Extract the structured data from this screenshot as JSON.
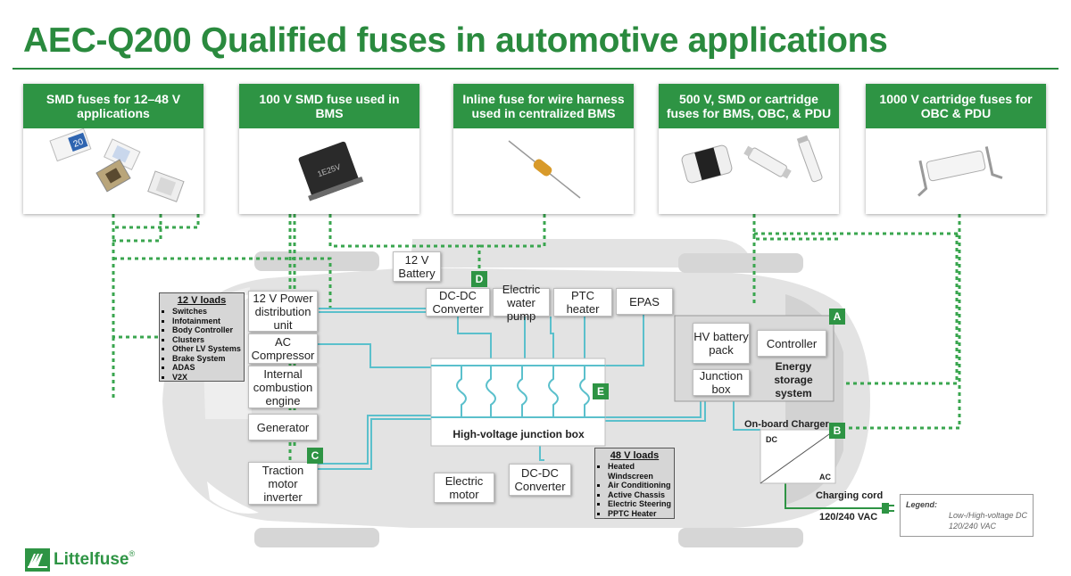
{
  "title": "AEC-Q200 Qualified fuses in automotive applications",
  "cards": [
    {
      "label": "SMD fuses for 12–48 V applications"
    },
    {
      "label": "100 V SMD fuse used in BMS"
    },
    {
      "label": "Inline fuse for wire harness used in centralized BMS"
    },
    {
      "label": "500 V, SMD or cartridge fuses for BMS, OBC, & PDU"
    },
    {
      "label": "1000 V cartridge fuses for OBC & PDU"
    }
  ],
  "product_marks": {
    "smd_top": "20",
    "smd_body": "1E25V"
  },
  "components": {
    "battery12": "12 V Battery",
    "dcdc_top": "DC-DC Converter",
    "water_pump": "Electric water pump",
    "ptc": "PTC heater",
    "epas": "EPAS",
    "pdu12": "12 V Power distribution unit",
    "ac_comp": "AC Compressor",
    "ice": "Internal combustion engine",
    "generator": "Generator",
    "traction": "Traction motor inverter",
    "motor": "Electric motor",
    "dcdc_bottom": "DC-DC Converter",
    "hv_pack": "HV battery pack",
    "controller": "Controller",
    "junction_box": "Junction box",
    "energy_storage": "Energy storage system",
    "hv_junction": "High-voltage junction box",
    "obc": "On-board Charger",
    "dc": "DC",
    "ac": "AC",
    "charging_cord": "Charging cord",
    "vac": "120/240 VAC"
  },
  "badges": {
    "a": "A",
    "b": "B",
    "c": "C",
    "d": "D",
    "e": "E"
  },
  "loads12": {
    "title": "12 V loads",
    "items": [
      "Switches",
      "Infotainment",
      "Body Controller",
      "Clusters",
      "Other LV Systems",
      "Brake System",
      "ADAS",
      "V2X"
    ]
  },
  "loads48": {
    "title": "48 V loads",
    "items": [
      "Heated Windscreen",
      "Air Conditioning",
      "Active Chassis",
      "Electric Steering",
      "PPTC Heater"
    ]
  },
  "legend": {
    "title": "Legend:",
    "items": [
      {
        "label": "Low-/High-voltage DC",
        "color": "#5bc0cc"
      },
      {
        "label": "120/240 VAC",
        "color": "#2e9444"
      }
    ]
  },
  "brand": {
    "name": "Littelfuse",
    "mark": "®"
  },
  "colors": {
    "green": "#2e9444",
    "cyan": "#5bc0cc",
    "car": "#e3e3e3",
    "dotted": "#3aa64f"
  }
}
